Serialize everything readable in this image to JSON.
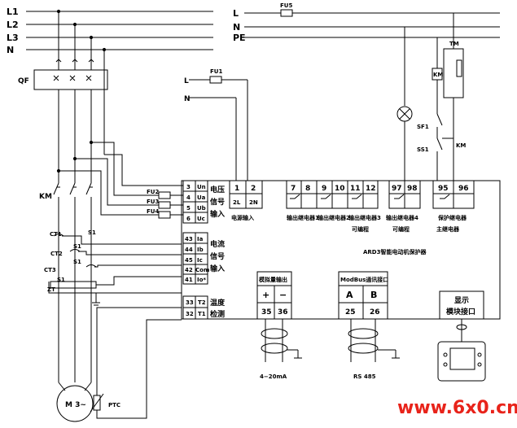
{
  "bus": {
    "main_lines": [
      "L1",
      "L2",
      "L3",
      "N"
    ],
    "aux_lines": [
      "L",
      "N",
      "PE"
    ],
    "fuse_main": "FU5",
    "breaker": "QF",
    "contactor": "KM",
    "ct_labels": [
      "CT1",
      "CT2",
      "CT3",
      "ZT"
    ],
    "s_labels": [
      "S1",
      "S1",
      "S1",
      "S1"
    ],
    "motor": "M 3~",
    "ptc": "PTC"
  },
  "supply": {
    "l": "L",
    "n": "N",
    "fuse": "FU1",
    "fuse_left": [
      "FU2",
      "FU3",
      "FU4"
    ]
  },
  "voltage_block": {
    "rows": [
      {
        "num": "3",
        "sig": "Un"
      },
      {
        "num": "4",
        "sig": "Ua"
      },
      {
        "num": "5",
        "sig": "Ub"
      },
      {
        "num": "6",
        "sig": "Uc"
      }
    ],
    "title": [
      "电压",
      "信号",
      "输入"
    ]
  },
  "current_block": {
    "rows": [
      {
        "num": "43",
        "sig": "Ia"
      },
      {
        "num": "44",
        "sig": "Ib"
      },
      {
        "num": "45",
        "sig": "Ic"
      },
      {
        "num": "42",
        "sig": "Com"
      },
      {
        "num": "41",
        "sig": "Io*"
      }
    ],
    "title": [
      "电流",
      "信号",
      "输入"
    ]
  },
  "temp_block": {
    "rows": [
      {
        "num": "33",
        "sig": "T2"
      },
      {
        "num": "32",
        "sig": "T1"
      }
    ],
    "title": [
      "温度",
      "检测"
    ]
  },
  "power_block": {
    "terms": [
      "1",
      "2"
    ],
    "sub": [
      "2L",
      "2N"
    ],
    "title": "电源输入"
  },
  "relay_block": {
    "terms": [
      "7",
      "8",
      "9",
      "10",
      "11",
      "12"
    ],
    "captions": [
      "输出继电器1",
      "输出继电器2",
      "输出继电器3"
    ],
    "note": "可编程"
  },
  "relay4_block": {
    "terms": [
      "97",
      "98"
    ],
    "caption": "输出继电器4",
    "note": "可编程"
  },
  "protect_block": {
    "terms": [
      "95",
      "96"
    ],
    "caption": "保护继电器",
    "note": "主继电器"
  },
  "device_name": "ARD3智能电动机保护器",
  "analog_block": {
    "title": "模拟量输出",
    "signs": [
      "+",
      "−"
    ],
    "terms": [
      "35",
      "36"
    ],
    "caption": "4−20mA"
  },
  "modbus_block": {
    "title": "ModBus通讯接口",
    "signs": [
      "A",
      "B"
    ],
    "terms": [
      "25",
      "26"
    ],
    "caption": "RS 485"
  },
  "display_block": {
    "title": [
      "显示",
      "模块接口"
    ]
  },
  "control": {
    "tm": "TM",
    "km_coil": "KM",
    "sf1": "SF1",
    "ss1": "SS1",
    "km_contact": "KM"
  },
  "watermark": "www.6x0.cn"
}
